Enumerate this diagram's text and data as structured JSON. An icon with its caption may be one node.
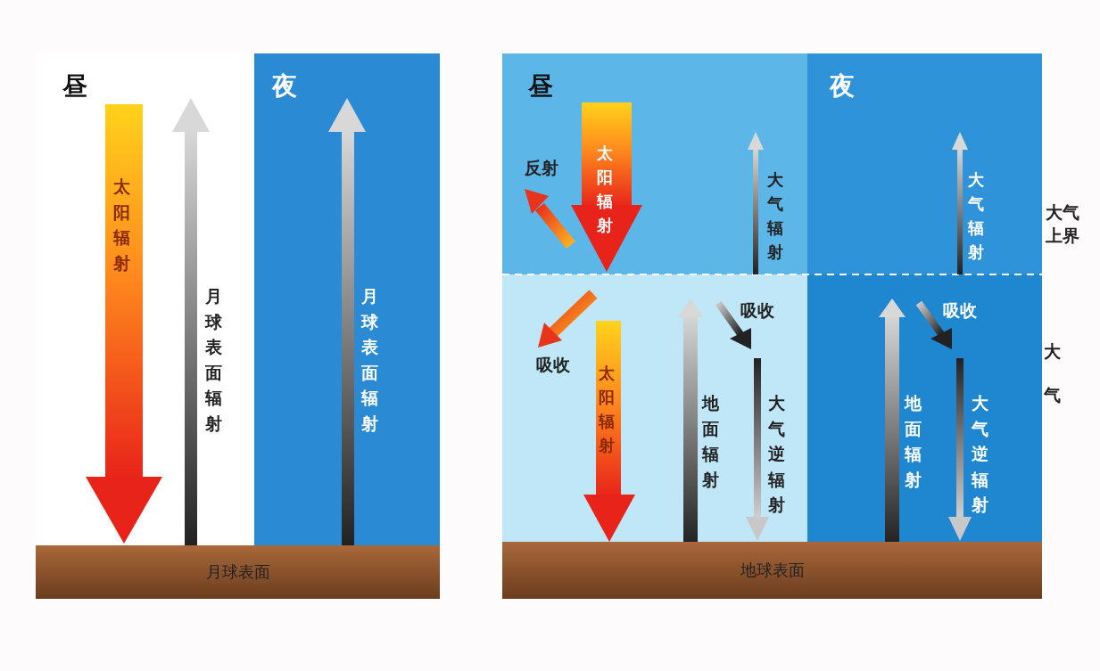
{
  "diagram": {
    "nodes": [
      {
        "text": [
          "月球表面"
        ]
      },
      {
        "text": [
          "地球表面"
        ]
      }
    ],
    "labels": [
      "昼",
      "夜",
      "太阳辐射",
      "月球表面辐射",
      "月球表面辐射",
      "昼",
      "夜",
      "太阳辐射",
      "反射",
      "大气辐射",
      "大气辐射",
      "大气上界",
      "吸收",
      "吸收",
      "吸收",
      "太阳辐射",
      "地面辐射",
      "大气逆辐射",
      "地面辐射",
      "大气逆辐射",
      "大气"
    ]
  }
}
